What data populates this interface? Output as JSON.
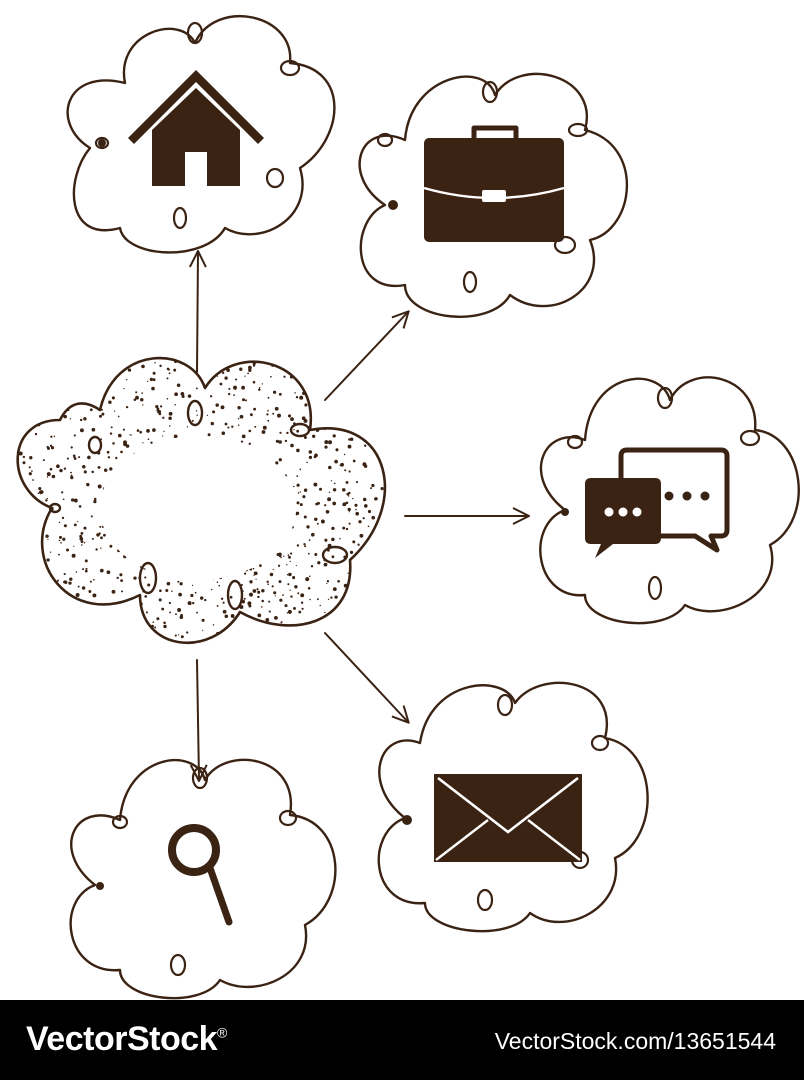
{
  "colors": {
    "ink": "#3b2314",
    "background": "#ffffff",
    "footer_bg": "#000000",
    "footer_text": "#ffffff"
  },
  "diagram": {
    "center_node": "textured-cloud",
    "satellites": [
      {
        "id": "home",
        "icon": "house-icon"
      },
      {
        "id": "work",
        "icon": "briefcase-icon"
      },
      {
        "id": "chat",
        "icon": "chat-bubbles-icon"
      },
      {
        "id": "mail",
        "icon": "envelope-icon"
      },
      {
        "id": "search",
        "icon": "magnifier-icon"
      }
    ]
  },
  "watermark": {
    "brand": "VectorStock",
    "reg_mark": "®",
    "url": "VectorStock.com/13651544"
  }
}
